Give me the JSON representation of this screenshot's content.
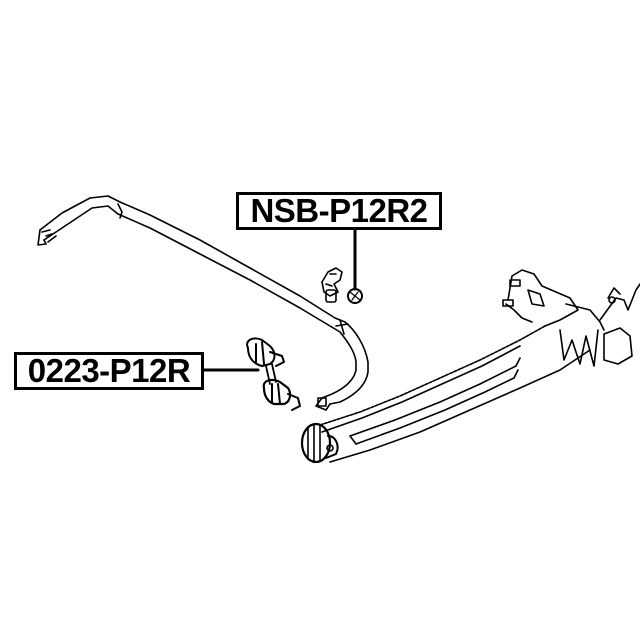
{
  "diagram": {
    "type": "exploded parts diagram",
    "subject": "rear stabilizer bar and trailing arm assembly",
    "background": "#ffffff",
    "line_color": "#000000",
    "callouts": [
      {
        "id": "nsb",
        "part_number": "NSB-P12R2",
        "points_to": "stabilizer bar bushing / nut",
        "leader": "vertical"
      },
      {
        "id": "link",
        "part_number": "0223-P12R",
        "points_to": "stabilizer link",
        "leader": "horizontal"
      }
    ],
    "components": [
      "stabilizer-bar",
      "stabilizer-bushing",
      "stabilizer-link",
      "trailing-arm",
      "trailing-arm-bushing",
      "axle-bracket"
    ]
  }
}
